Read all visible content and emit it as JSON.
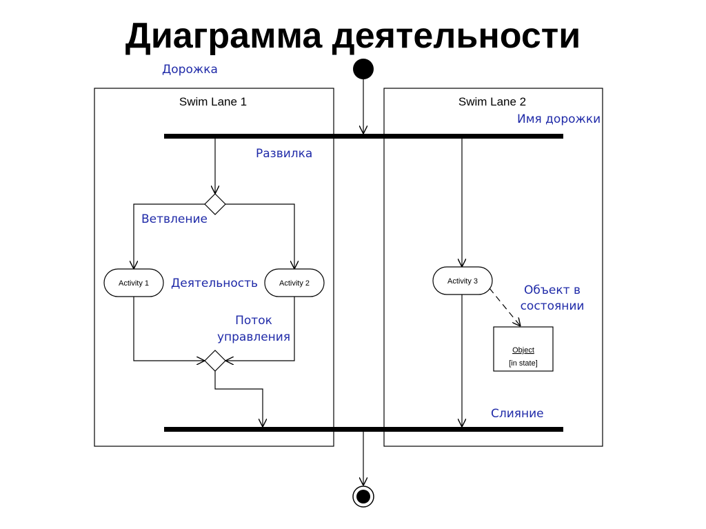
{
  "title": "Диаграмма деятельности",
  "lanes": {
    "lane1": "Swim Lane 1",
    "lane2": "Swim Lane 2"
  },
  "activities": {
    "a1": "Activity 1",
    "a2": "Activity 2",
    "a3": "Activity 3"
  },
  "object": {
    "name": "Object",
    "state": "[in state]"
  },
  "annotations": {
    "lane": "Дорожка",
    "lane_name": "Имя дорожки",
    "fork": "Развилка",
    "branch": "Ветвление",
    "activity": "Деятельность",
    "flow_line1": "Поток",
    "flow_line2": "управления",
    "object_line1": "Объект в",
    "object_line2": "состоянии",
    "merge": "Слияние"
  },
  "colors": {
    "annotation": "#1f2aa8",
    "line": "#000000"
  }
}
